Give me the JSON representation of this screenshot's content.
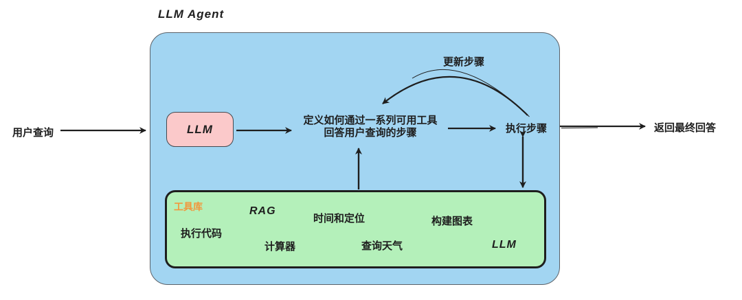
{
  "title": "LLM Agent",
  "labels": {
    "user_query": "用户查询",
    "final_answer": "返回最终回答",
    "update_steps": "更新步骤"
  },
  "nodes": {
    "llm": "LLM",
    "plan_line1": "定义如何通过一系列可用工具",
    "plan_line2": "回答用户查询的步骤",
    "execute": "执行步骤"
  },
  "toolbox": {
    "label": "工具库",
    "tools": [
      "RAG",
      "时间和定位",
      "构建图表",
      "执行代码",
      "计算器",
      "查询天气",
      "LLM"
    ]
  },
  "colors": {
    "agent_box_fill": "#a2d5f2",
    "agent_box_border": "#5b6168",
    "toolbox_fill": "#b4f0ba",
    "toolbox_border": "#1e1e1e",
    "llm_node_fill": "#fbc9ca",
    "toolbox_label_color": "#f2973d",
    "arrow_stroke": "#1e1e1e"
  }
}
